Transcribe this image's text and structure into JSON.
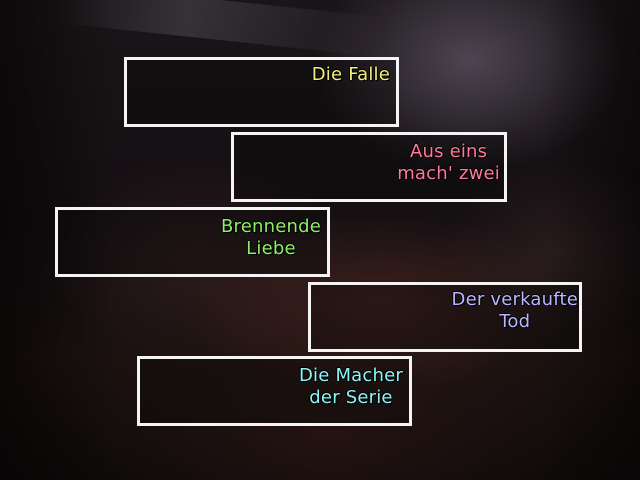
{
  "menu": {
    "items": [
      {
        "lines": [
          "Die Falle"
        ],
        "color": "#f2f07a"
      },
      {
        "lines": [
          "Aus eins",
          "mach' zwei"
        ],
        "color": "#ff7a9a"
      },
      {
        "lines": [
          "Brennende",
          "Liebe"
        ],
        "color": "#8fef6a"
      },
      {
        "lines": [
          "Der verkaufte",
          "Tod"
        ],
        "color": "#b9b6ff"
      },
      {
        "lines": [
          "Die Macher",
          "der Serie"
        ],
        "color": "#8ff6f6"
      }
    ]
  },
  "colors": {
    "frame": "#f4f4f4",
    "background": "#140f12"
  }
}
